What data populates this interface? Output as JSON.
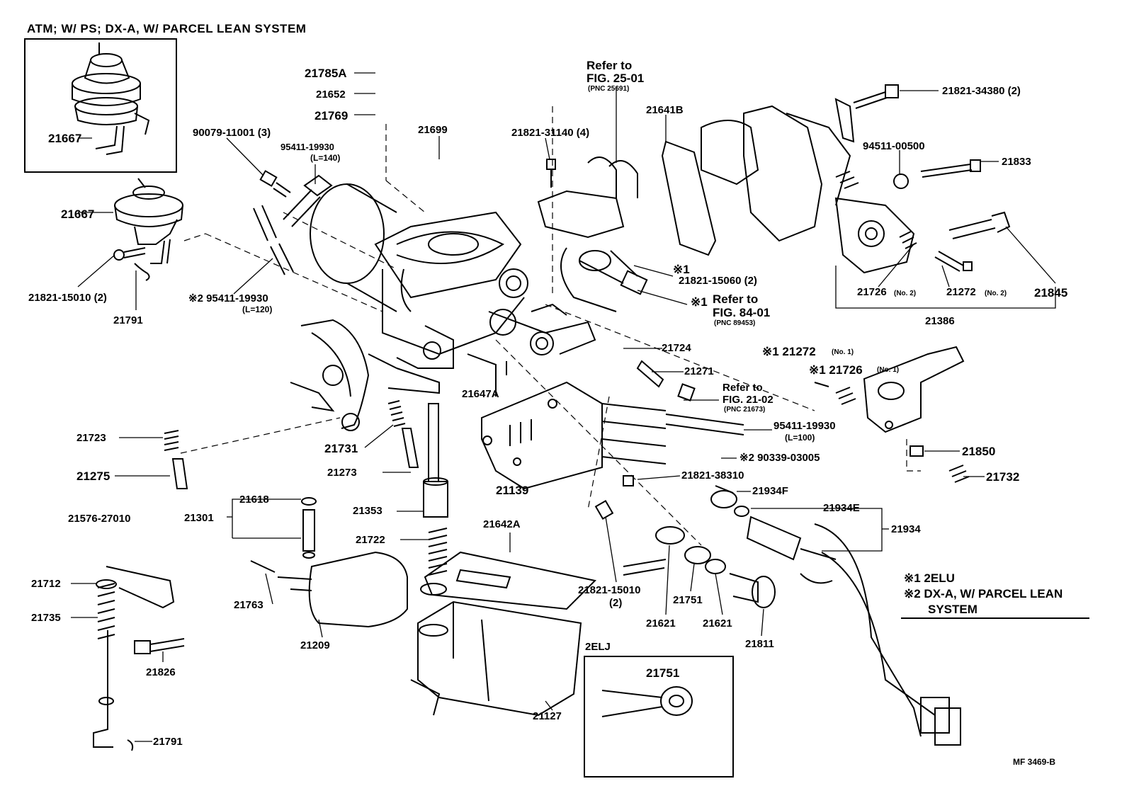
{
  "header": {
    "title": "ATM; W/ PS; DX-A, W/ PARCEL LEAN SYSTEM"
  },
  "inset_2elj": {
    "title": "2ELJ",
    "part": "21751"
  },
  "notes": {
    "n1": "※1 2ELU",
    "n2": "※2 DX-A, W/ PARCEL LEAN",
    "n3": "SYSTEM"
  },
  "drawing_code": "MF 3469-B",
  "refs": {
    "fig25_a": "Refer to",
    "fig25_b": "FIG. 25-01",
    "fig25_c": "(PNC 25691)",
    "fig84_a": "Refer to",
    "fig84_b": "FIG. 84-01",
    "fig84_c": "(PNC 89453)",
    "fig21_a": "Refer to",
    "fig21_b": "FIG. 21-02",
    "fig21_c": "(PNC 21673)"
  },
  "parts": {
    "p21667a": "21667",
    "p21667b": "21667",
    "p21785A": "21785A",
    "p21652": "21652",
    "p21769": "21769",
    "p21699": "21699",
    "p90079": "90079-11001 (3)",
    "p95411_140a": "95411-19930",
    "p95411_140b": "(L=140)",
    "p21821_31140": "21821-31140 (4)",
    "p21641B": "21641B",
    "p21821_34380": "21821-34380 (2)",
    "p94511": "94511-00500",
    "p21833": "21833",
    "p21821_15010a": "21821-15010 (2)",
    "p21791a": "21791",
    "p95411_120a": "※2 95411-19930",
    "p95411_120b": "(L=120)",
    "p21821_15060": "21821-15060 (2)",
    "p_mark1a": "※1",
    "p_mark1b": "※1",
    "p21726no2": "21726",
    "p21726no2s": "(No. 2)",
    "p21272no2": "21272",
    "p21272no2s": "(No. 2)",
    "p21845": "21845",
    "p21386": "21386",
    "p21724": "21724",
    "p21271": "21271",
    "p21272no1": "※1 21272",
    "p21272no1s": "(No. 1)",
    "p21726no1": "※1 21726",
    "p21726no1s": "(No. 1)",
    "p21647A": "21647A",
    "p95411_100a": "95411-19930",
    "p95411_100b": "(L=100)",
    "p90339": "※2 90339-03005",
    "p21723": "21723",
    "p21275": "21275",
    "p21731": "21731",
    "p21273": "21273",
    "p21139": "21139",
    "p21821_38310": "21821-38310",
    "p21850": "21850",
    "p21732": "21732",
    "p21934F": "21934F",
    "p21934E": "21934E",
    "p21934": "21934",
    "p21576": "21576-27010",
    "p21618": "21618",
    "p21301": "21301",
    "p21353": "21353",
    "p21642A": "21642A",
    "p21722": "21722",
    "p21712": "21712",
    "p21735": "21735",
    "p21763": "21763",
    "p21209": "21209",
    "p21826": "21826",
    "p21821_15010b": "21821-15010",
    "p21821_15010bq": "(2)",
    "p21751": "21751",
    "p21621a": "21621",
    "p21621b": "21621",
    "p21811": "21811",
    "p21127": "21127",
    "p21791b": "21791"
  }
}
